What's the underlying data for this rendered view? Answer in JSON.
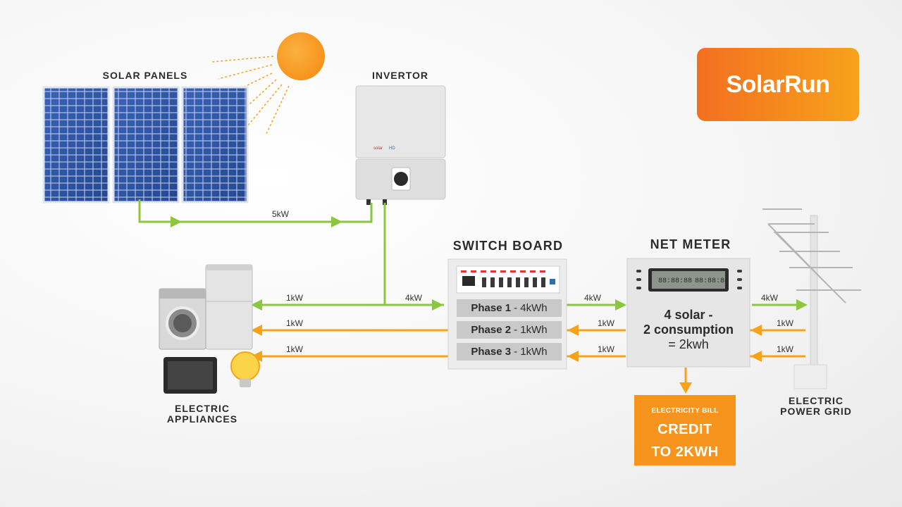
{
  "brand": {
    "name": "SolarRun"
  },
  "labels": {
    "solar_panels": "SOLAR PANELS",
    "invertor": "INVERTOR",
    "switch_board": "SWITCH BOARD",
    "net_meter": "NET METER",
    "appliances_line1": "ELECTRIC",
    "appliances_line2": "APPLIANCES",
    "grid_line1": "ELECTRIC",
    "grid_line2": "POWER GRID"
  },
  "flows": {
    "panels_to_invertor": "5kW",
    "invertor_to_switch": "4kW",
    "switch_to_meter": "4kW",
    "grid_to_meter": "4kW",
    "to_appliances": [
      "1kW",
      "1kW",
      "1kW"
    ],
    "meter_to_switch": [
      "1kW",
      "1kW"
    ],
    "grid_return": [
      "1kW",
      "1kW"
    ]
  },
  "phases": [
    {
      "name": "Phase 1",
      "value": "- 4kWh"
    },
    {
      "name": "Phase 2",
      "value": "- 1kWh"
    },
    {
      "name": "Phase 3",
      "value": "- 1kWh"
    }
  ],
  "meter": {
    "line1": "4 solar -",
    "line2": "2 consumption",
    "line3": "= 2kwh",
    "display": [
      "88:88:88",
      "88:88:88"
    ]
  },
  "bill": {
    "caption": "ELECTRICITY BILL",
    "line1": "CREDIT",
    "line2": "TO 2KWH"
  },
  "colors": {
    "green": "#8cc63f",
    "orange": "#f7a21b",
    "sun": "#f7941d",
    "panel": "#2e55a6"
  }
}
